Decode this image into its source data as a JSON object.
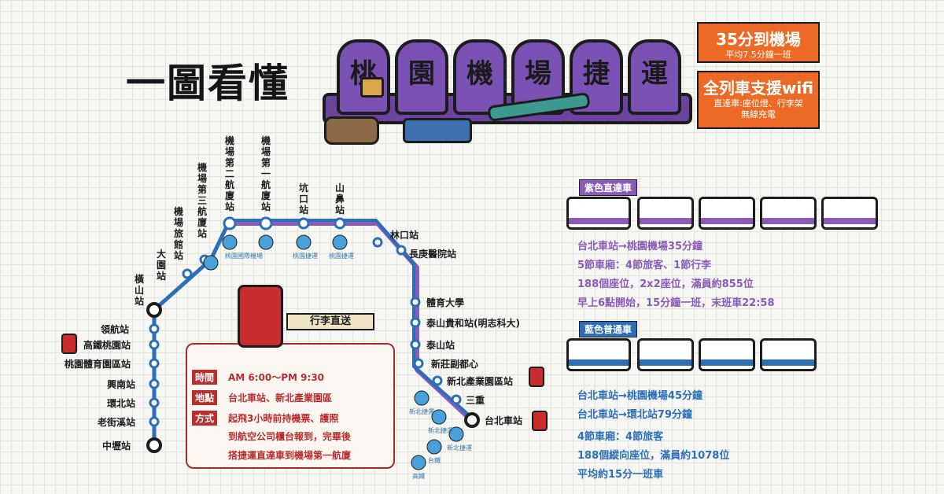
{
  "title": "一圖看懂",
  "hero": {
    "chars": [
      "桃",
      "園",
      "機",
      "場",
      "捷",
      "運"
    ]
  },
  "info_boxes": [
    {
      "big": "35分到機場",
      "small": [
        "平均7.5分鐘一班"
      ]
    },
    {
      "big": "全列車支援wifi",
      "small": [
        "直達車:座位燈、行李架",
        "無線充電"
      ]
    }
  ],
  "map": {
    "colors": {
      "blue": "#2a6fb8",
      "purple": "#8a5bb8",
      "dark": "#1d1d1d"
    },
    "purple_stations_vertical": [
      {
        "name": "機場第三航廈站"
      },
      {
        "name": "機場第二航廈站"
      },
      {
        "name": "機場第一航廈站"
      },
      {
        "name": "坑口站"
      },
      {
        "name": "山鼻站"
      }
    ],
    "blue_stations_vertical": [
      {
        "name": "機場旅館站"
      },
      {
        "name": "大園站"
      },
      {
        "name": "橫山站"
      }
    ],
    "right_stations": [
      {
        "name": "林口站"
      },
      {
        "name": "長庚醫院站"
      },
      {
        "name": "體育大學"
      },
      {
        "name": "泰山貴和站(明志科大)"
      },
      {
        "name": "泰山站"
      },
      {
        "name": "新莊副都心"
      },
      {
        "name": "新北產業園區站"
      },
      {
        "name": "三重"
      },
      {
        "name": "台北車站"
      }
    ],
    "left_stations": [
      {
        "name": "領航站"
      },
      {
        "name": "高鐵桃園站"
      },
      {
        "name": "桃園體育園區站"
      },
      {
        "name": "興南站"
      },
      {
        "name": "環北站"
      },
      {
        "name": "老街溪站"
      },
      {
        "name": "中壢站"
      }
    ],
    "transfer_tags": [
      "桃園國際機場",
      "桃園捷運",
      "桃園捷運",
      "新北捷運",
      "新北捷運",
      "新北捷運",
      "台鐵",
      "高鐵"
    ]
  },
  "luggage_service": {
    "ribbon": "行李直送",
    "rows": [
      {
        "tag": "時間",
        "text": "AM 6:00～PM 9:30"
      },
      {
        "tag": "地點",
        "text": "台北車站、新北產業園區"
      },
      {
        "tag": "方式",
        "text": "起飛3小時前持機票、護照"
      }
    ],
    "extra": [
      "到航空公司櫃台報到，完畢後",
      "搭捷運直達車到機場第一航廈"
    ]
  },
  "express": {
    "title": "紫色直達車",
    "color": "#8a5bb8",
    "bullets": [
      "台北車站→桃園機場35分鐘",
      "5節車廂：4節旅客、1節行李",
      "188個座位，2x2座位，滿員約855位",
      "早上6點開始，15分鐘一班，末班車22:58"
    ]
  },
  "commuter": {
    "title": "藍色普通車",
    "color": "#2a6fb8",
    "bullets": [
      "台北車站→桃園機場45分鐘",
      "台北車站→環北站79分鐘",
      "4節車廂：4節旅客",
      "188個縱向座位，滿員約1078位",
      "平均約15分一班車"
    ]
  }
}
